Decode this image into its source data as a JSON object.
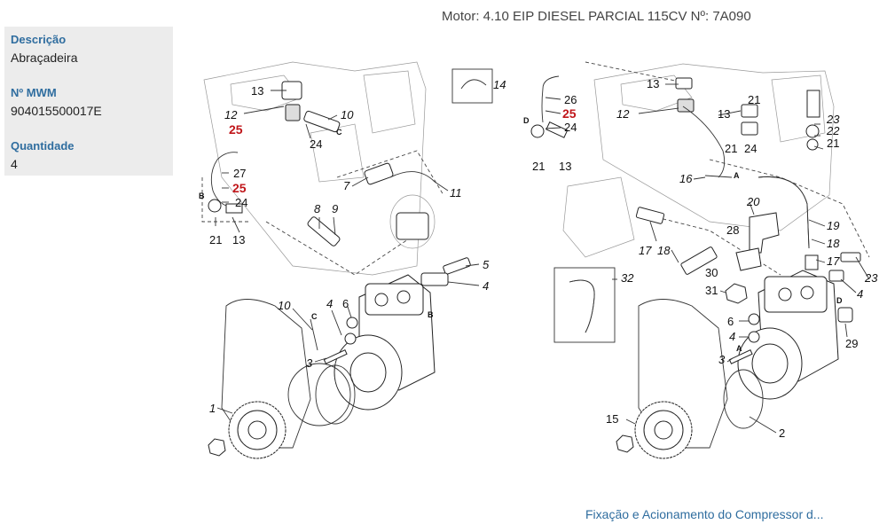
{
  "header": {
    "title": "Motor: 4.10 EIP DIESEL PARCIAL 115CV   Nº: 7A090"
  },
  "details": {
    "description_label": "Descrição",
    "description_value": "Abraçadeira",
    "mwm_label": "Nº MWM",
    "mwm_value": "904015500017E",
    "quantity_label": "Quantidade",
    "quantity_value": "4"
  },
  "diagram": {
    "left_callouts": [
      "13",
      "12",
      "25",
      "10",
      "C",
      "24",
      "27",
      "25",
      "24",
      "B",
      "21",
      "13",
      "14",
      "7",
      "11",
      "8",
      "9",
      "5",
      "4",
      "10",
      "C",
      "4",
      "6",
      "B",
      "3",
      "1"
    ],
    "right_callouts": [
      "13",
      "26",
      "25",
      "12",
      "24",
      "D",
      "21",
      "13",
      "21",
      "13",
      "21",
      "24",
      "23",
      "22",
      "21",
      "16",
      "A",
      "20",
      "19",
      "17",
      "18",
      "28",
      "18",
      "30",
      "17",
      "32",
      "31",
      "23",
      "4",
      "D",
      "6",
      "29",
      "4",
      "A",
      "3",
      "15",
      "2"
    ]
  },
  "footer": {
    "link_text": "Fixação e Acionamento do Compressor d..."
  }
}
